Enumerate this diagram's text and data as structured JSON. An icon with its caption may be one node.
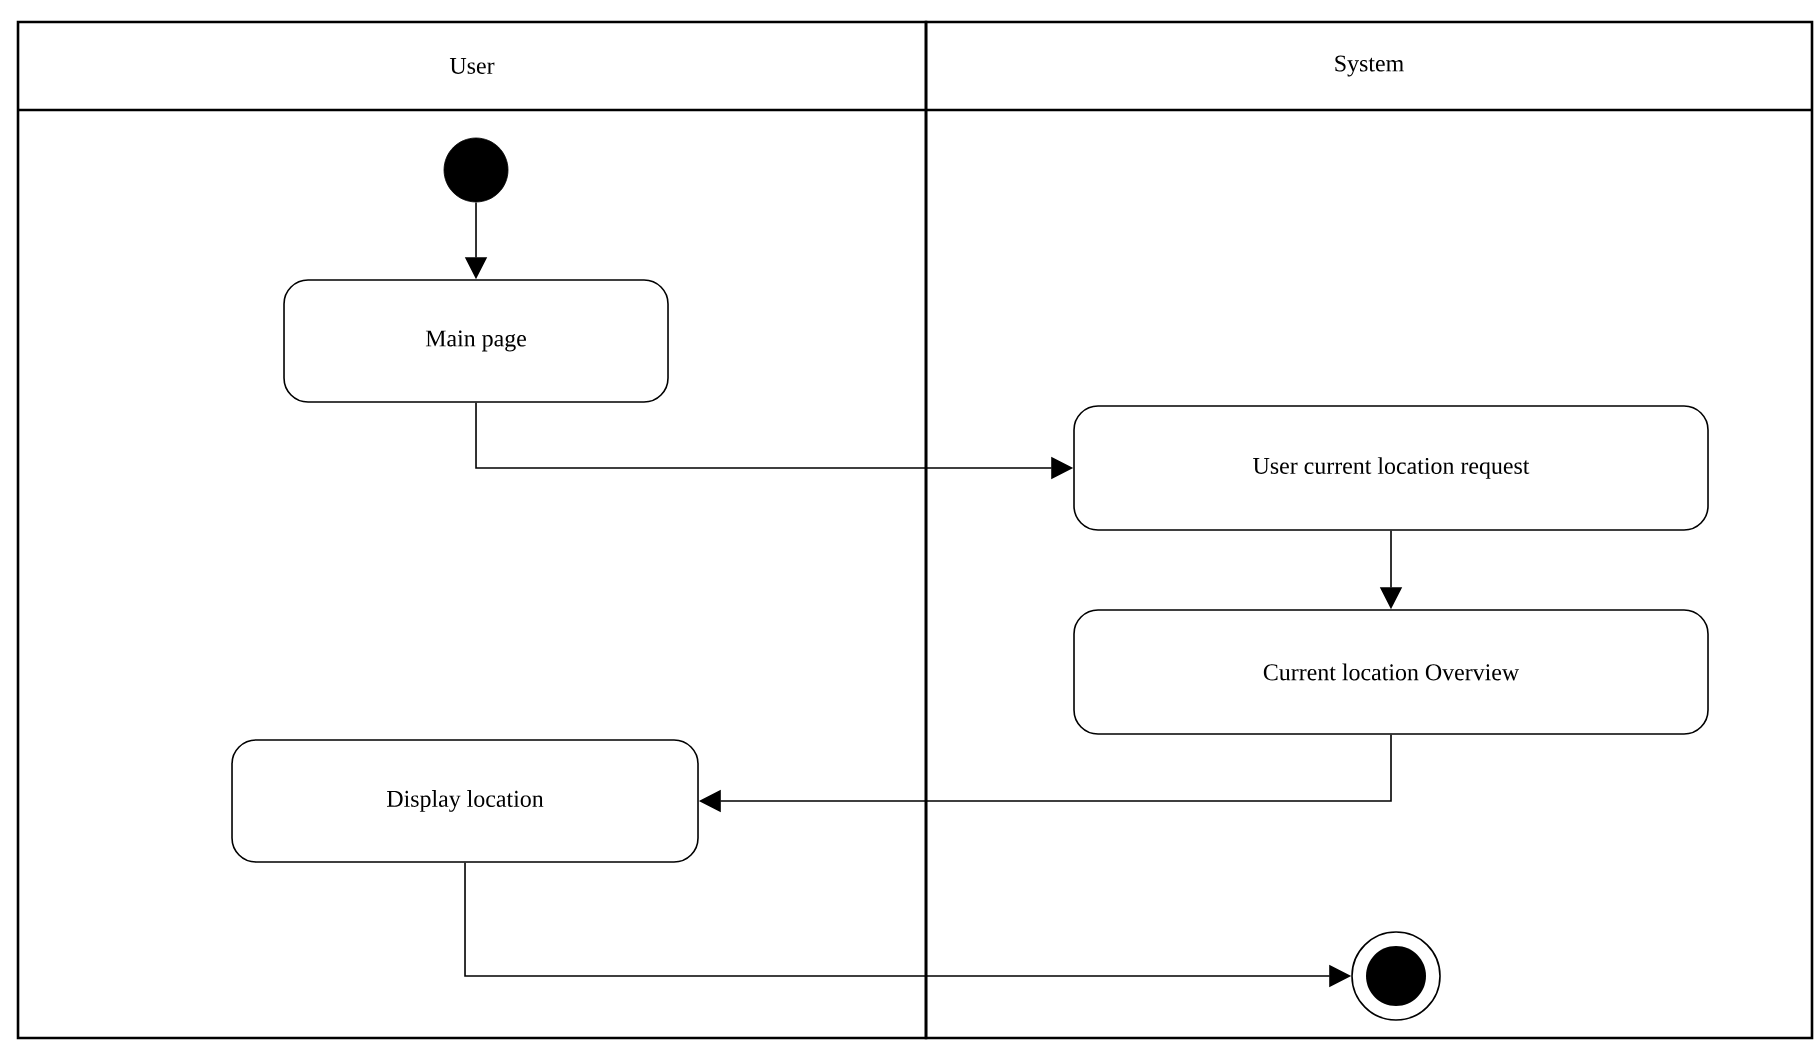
{
  "diagram": {
    "nodes": [
      {
        "text": [
          "User"
        ]
      },
      {
        "text": [
          "System"
        ]
      },
      {
        "text": [],
        "shape": "circle",
        "in": 0
      },
      {
        "text": [
          "Main page"
        ],
        "in": 0
      },
      {
        "text": [
          "User current location request"
        ],
        "in": 1
      },
      {
        "text": [
          "Current location Overview"
        ],
        "in": 1
      },
      {
        "text": [
          "Display location"
        ],
        "in": 0
      },
      {
        "text": [],
        "shape": "bullseye",
        "in": 1
      }
    ],
    "edges": [
      {
        "from": 2,
        "to": 3,
        "arrow": "to"
      },
      {
        "from": 3,
        "to": 4,
        "arrow": "to"
      },
      {
        "from": 4,
        "to": 5,
        "arrow": "to"
      },
      {
        "from": 5,
        "to": 6,
        "arrow": "to"
      },
      {
        "from": 6,
        "to": 7,
        "arrow": "to"
      }
    ]
  }
}
